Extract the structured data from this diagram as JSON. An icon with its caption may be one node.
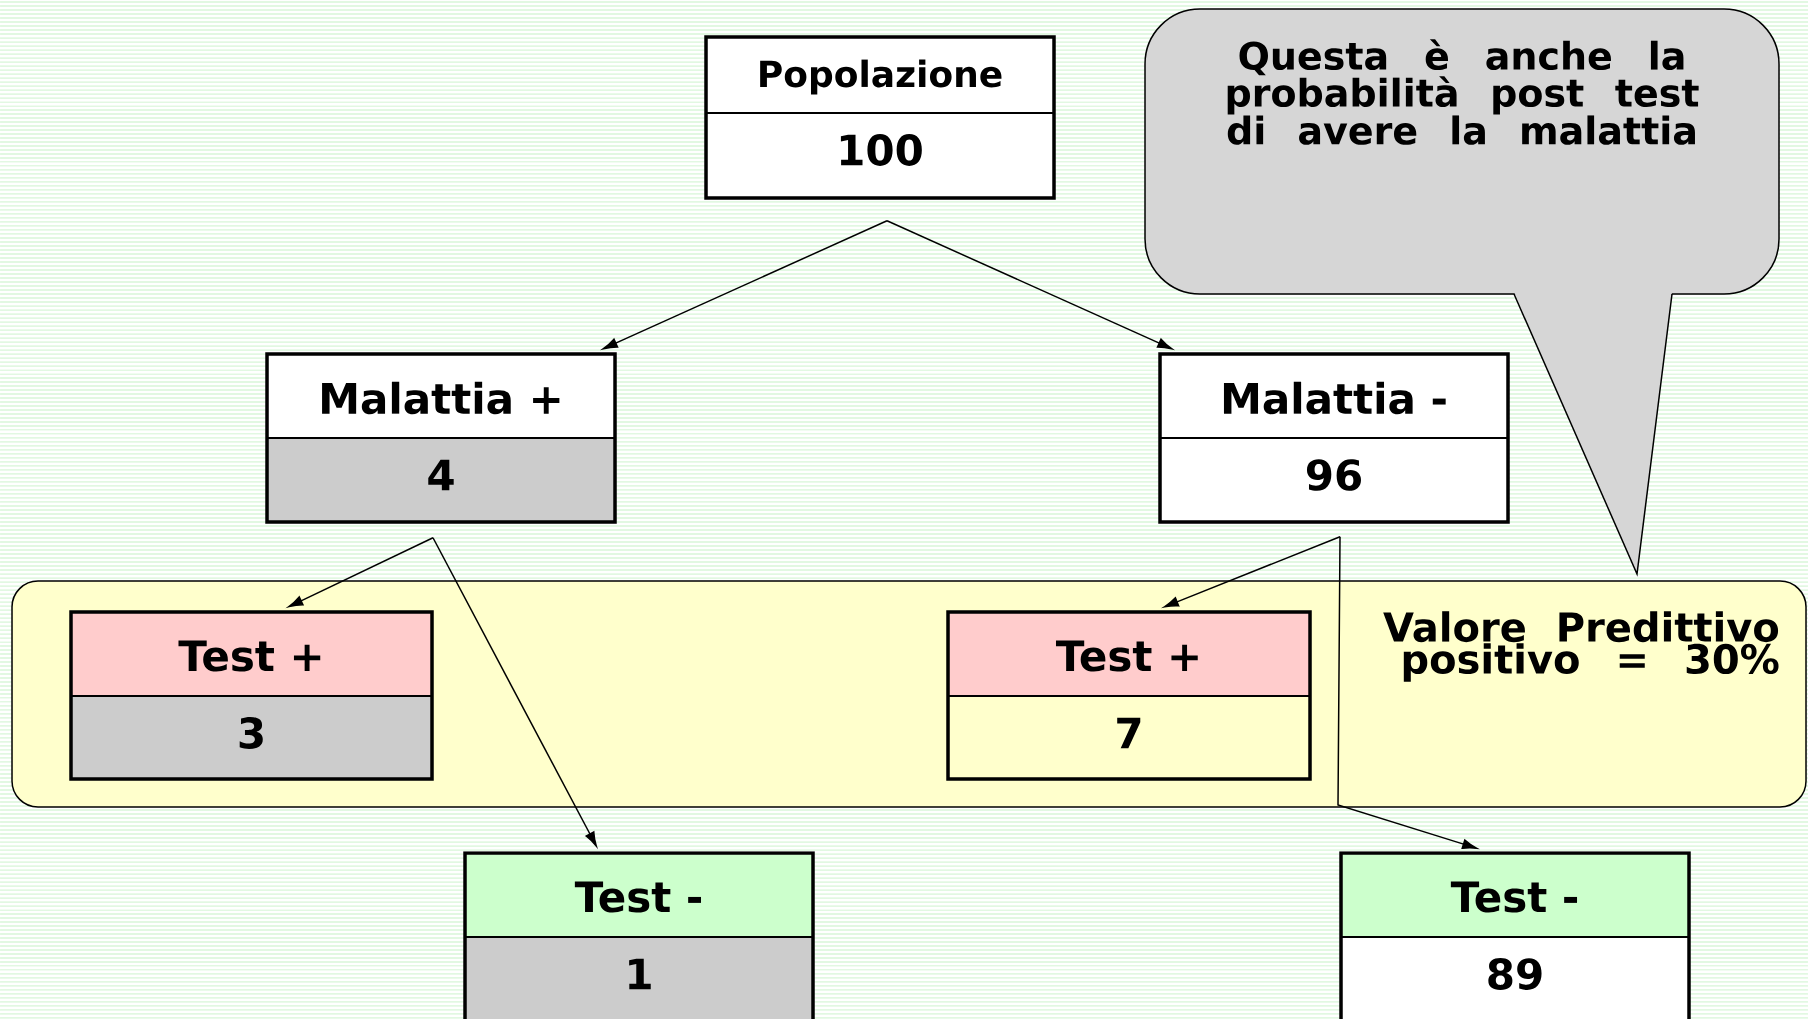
{
  "diagram": {
    "nodes": [
      {
        "text": [
          "Popolazione",
          "100"
        ]
      },
      {
        "text": [
          "Malattia +",
          "4"
        ]
      },
      {
        "text": [
          "Malattia -",
          "96"
        ]
      },
      {
        "text": [
          "Valore Predittivo positivo = 30%"
        ]
      },
      {
        "text": [
          "Test +",
          "3"
        ],
        "in": 3
      },
      {
        "text": [
          "Test +",
          "7"
        ],
        "in": 3
      },
      {
        "text": [
          "Test -",
          "1"
        ]
      },
      {
        "text": [
          "Test -",
          "89"
        ]
      },
      {
        "text": [
          "Questa è anche la probabilità post test di avere la malattia"
        ]
      }
    ],
    "edges": [
      {
        "from": 0,
        "to": 1,
        "arrow": "to"
      },
      {
        "from": 0,
        "to": 2,
        "arrow": "to"
      },
      {
        "from": 1,
        "to": 4,
        "arrow": "to"
      },
      {
        "from": 1,
        "to": 6,
        "arrow": "to"
      },
      {
        "from": 2,
        "to": 5,
        "arrow": "to"
      },
      {
        "from": 2,
        "to": 7,
        "arrow": "to"
      }
    ]
  }
}
